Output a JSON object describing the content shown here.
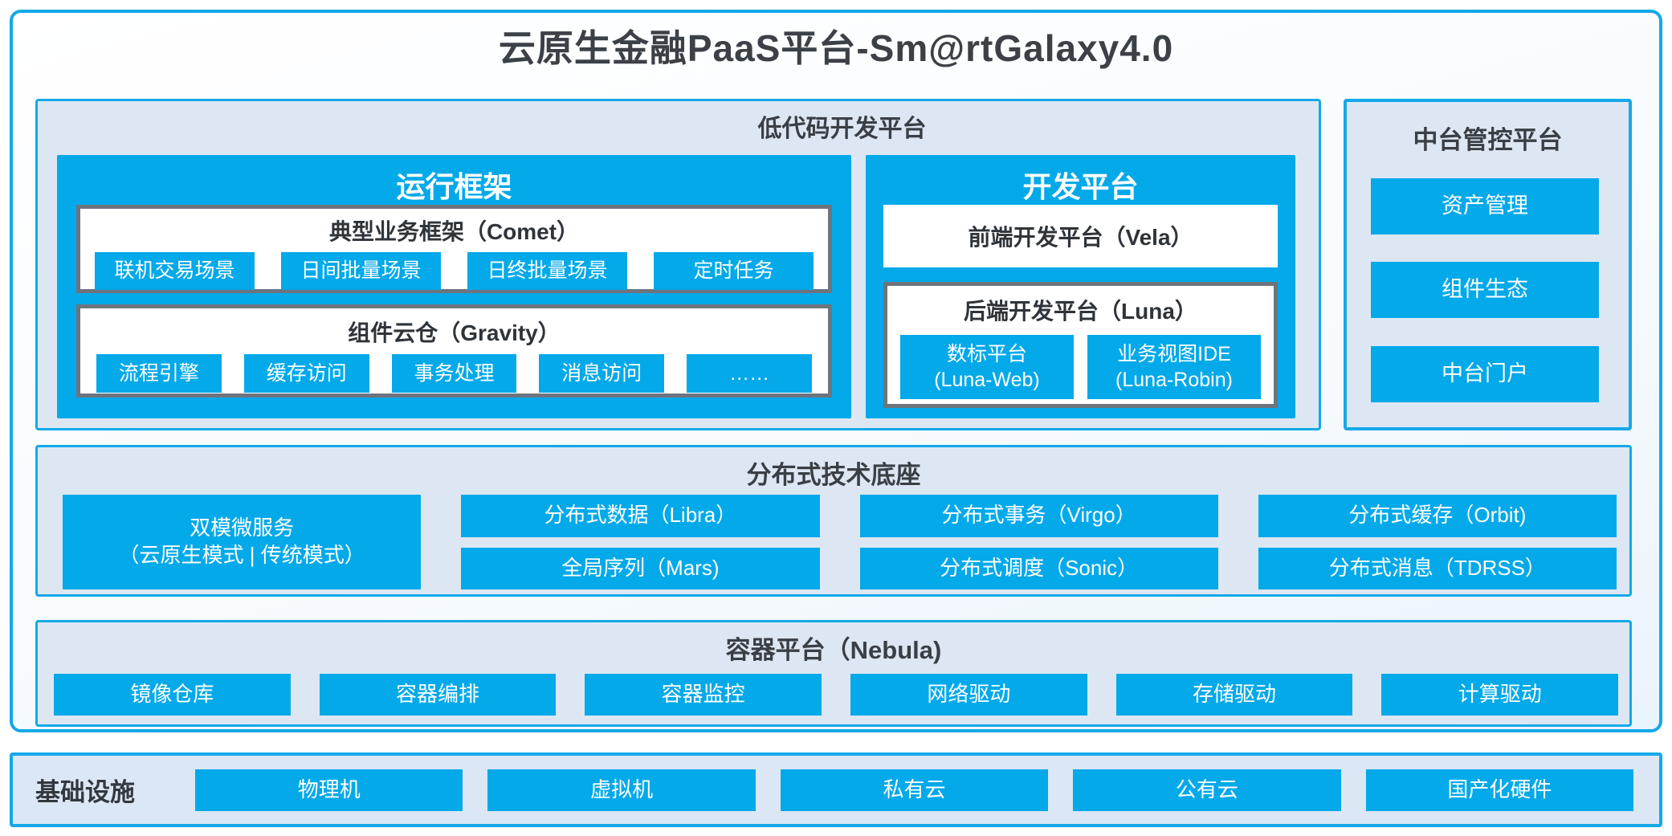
{
  "title": "云原生金融PaaS平台-Sm@rtGalaxy4.0",
  "colors": {
    "accent_blue": "#04a9e9",
    "border_blue": "#14a8e9",
    "panel_bg": "#dde7f3",
    "gray_border": "#6e747e",
    "dark_text": "#3a3f45"
  },
  "lowcode": {
    "title": "低代码开发平台",
    "runtime": {
      "title": "运行框架",
      "comet": {
        "title": "典型业务框架（Comet）",
        "items": [
          "联机交易场景",
          "日间批量场景",
          "日终批量场景",
          "定时任务"
        ]
      },
      "gravity": {
        "title": "组件云仓（Gravity）",
        "items": [
          "流程引擎",
          "缓存访问",
          "事务处理",
          "消息访问",
          "……"
        ]
      }
    },
    "dev": {
      "title": "开发平台",
      "vela": "前端开发平台（Vela）",
      "luna": {
        "title": "后端开发平台（Luna）",
        "items": [
          {
            "line1": "数标平台",
            "line2": "(Luna-Web)"
          },
          {
            "line1": "业务视图IDE",
            "line2": "(Luna-Robin)"
          }
        ]
      }
    }
  },
  "middle_platform": {
    "title": "中台管控平台",
    "items": [
      "资产管理",
      "组件生态",
      "中台门户"
    ]
  },
  "distributed": {
    "title": "分布式技术底座",
    "dual_mode": {
      "line1": "双模微服务",
      "line2": "（云原生模式 | 传统模式）"
    },
    "row1": [
      "分布式数据（Libra）",
      "分布式事务（Virgo）",
      "分布式缓存（Orbit)"
    ],
    "row2": [
      "全局序列（Mars)",
      "分布式调度（Sonic）",
      "分布式消息（TDRSS）"
    ]
  },
  "container_platform": {
    "title": "容器平台（Nebula)",
    "items": [
      "镜像仓库",
      "容器编排",
      "容器监控",
      "网络驱动",
      "存储驱动",
      "计算驱动"
    ]
  },
  "infrastructure": {
    "label": "基础设施",
    "items": [
      "物理机",
      "虚拟机",
      "私有云",
      "公有云",
      "国产化硬件"
    ]
  }
}
